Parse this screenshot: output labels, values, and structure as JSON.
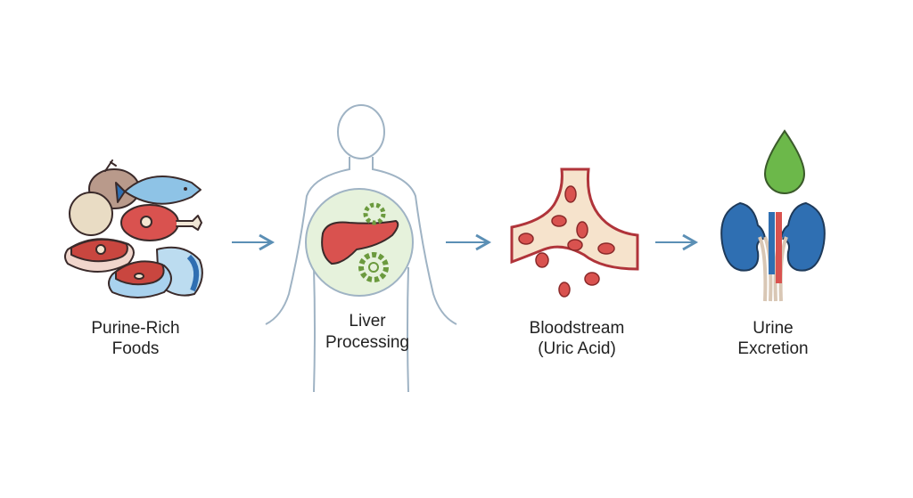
{
  "title": "Uric acid pathway",
  "steps": [
    {
      "line1": "Purine-Rich",
      "line2": "Foods",
      "icon": "food-icon"
    },
    {
      "line1": "Liver",
      "line2": "Processing",
      "icon": "liver-icon"
    },
    {
      "line1": "Bloodstream",
      "line2": "(Uric Acid)",
      "icon": "blood-vessel-icon"
    },
    {
      "line1": "Urine",
      "line2": "Excretion",
      "icon": "kidney-icon"
    }
  ],
  "colors": {
    "arrow": "#5b8fb5",
    "meat": "#d9524f",
    "fish": "#8ec3e6",
    "blue": "#2f6fb2",
    "green": "#6cb84a",
    "body_outline": "#9fb3c4",
    "liver_bg": "#e6f2dc"
  }
}
